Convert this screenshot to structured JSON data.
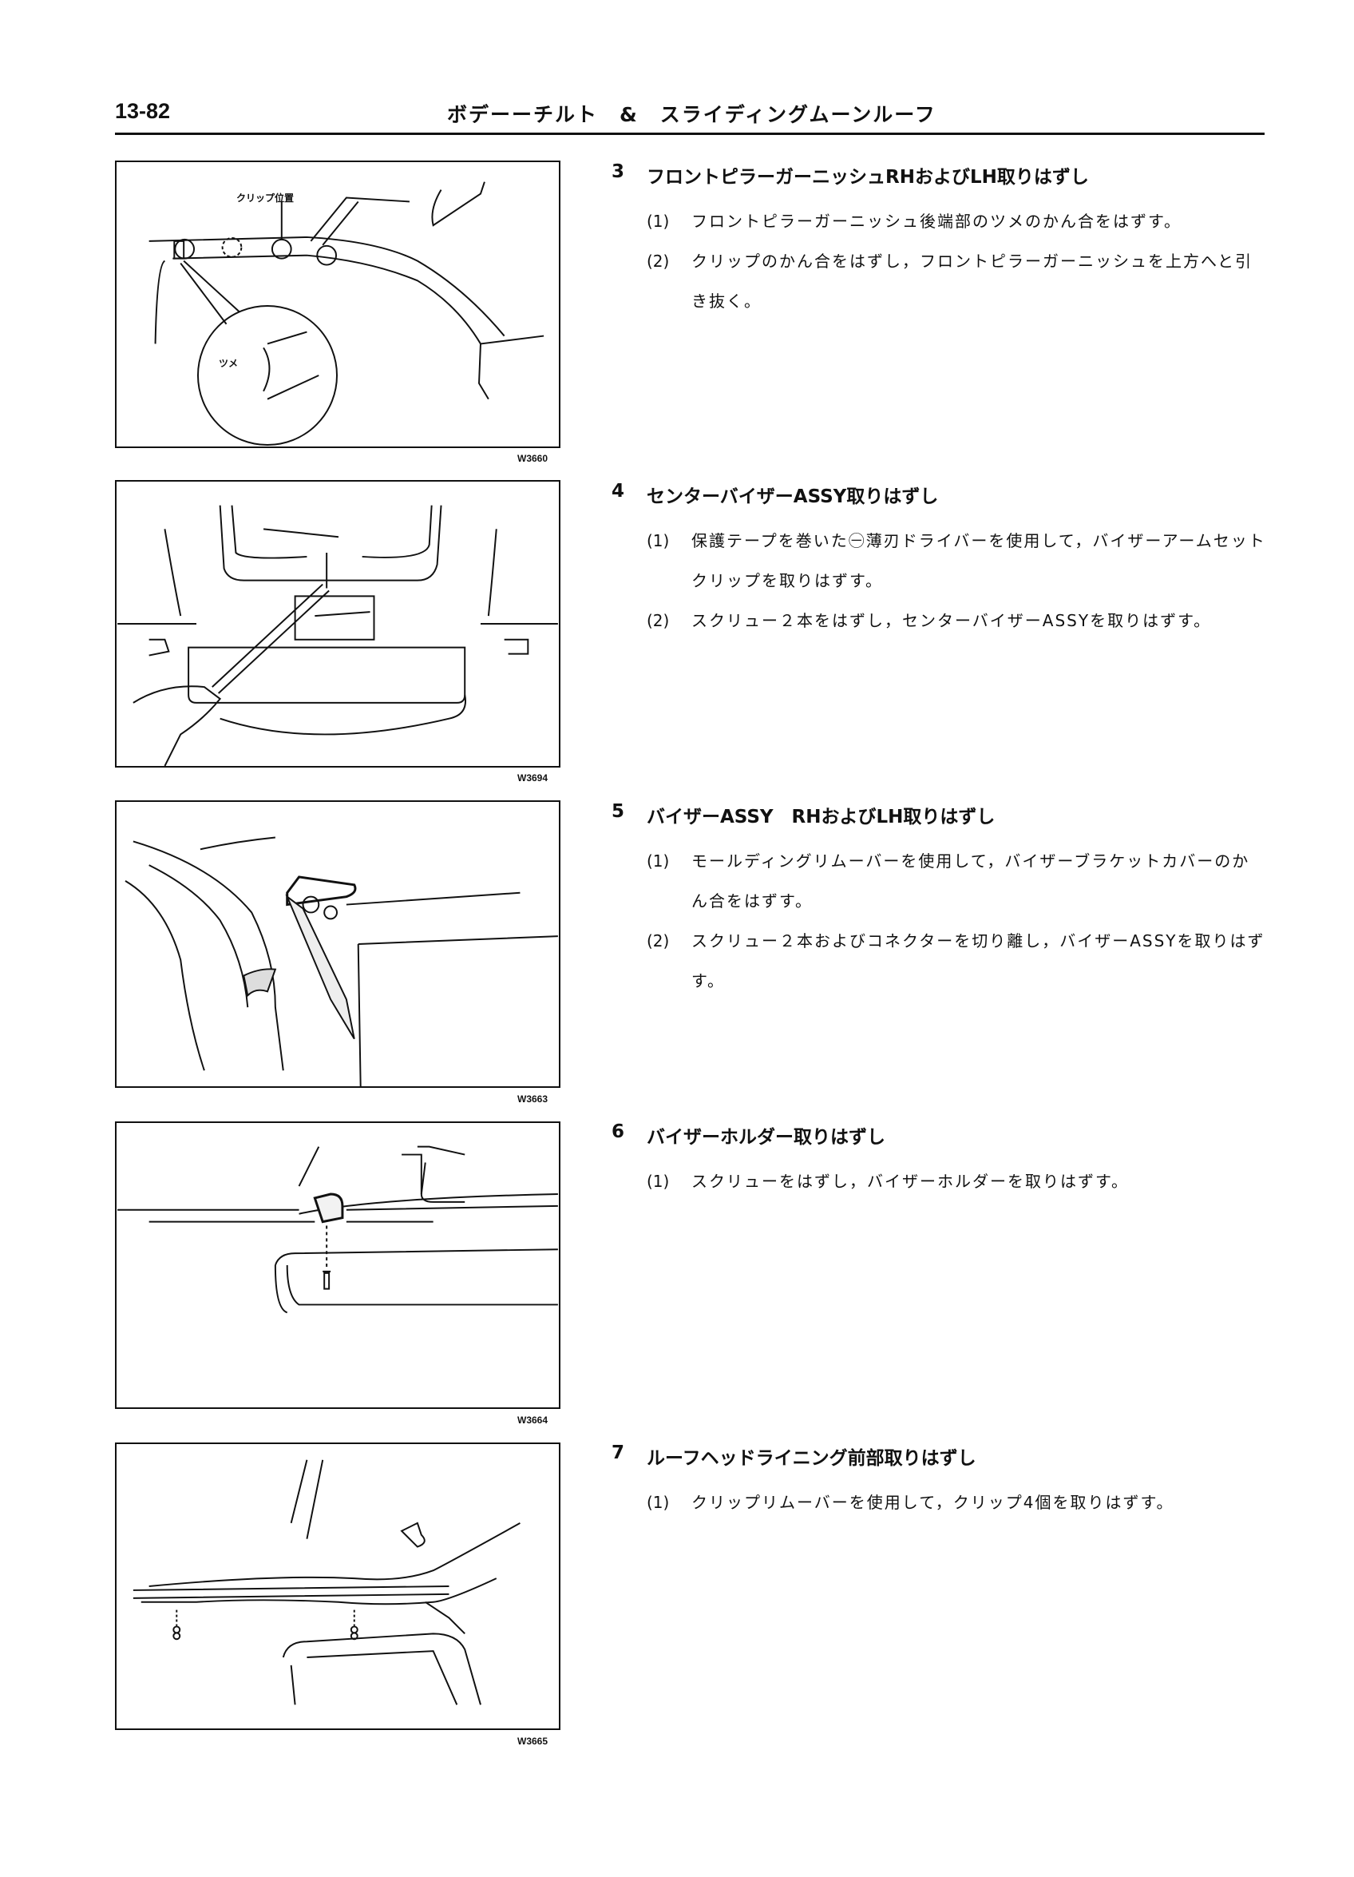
{
  "header": {
    "page_number": "13-82",
    "title": "ボデーーチルト　&　スライディングムーンルーフ"
  },
  "sections": [
    {
      "number": "3",
      "heading": "フロントピラーガーニッシュRHおよびLH取りはずし",
      "figure_code": "W3660",
      "figure_labels": [
        "クリップ位置",
        "ツメ"
      ],
      "items": [
        {
          "n": "(1)",
          "text": "フロントピラーガーニッシュ後端部のツメのかん合をはずす。"
        },
        {
          "n": "(2)",
          "text": "クリップのかん合をはずし，フロントピラーガーニッシュを上方へと引き抜く。"
        }
      ]
    },
    {
      "number": "4",
      "heading": "センターバイザーASSY取りはずし",
      "figure_code": "W3694",
      "items": [
        {
          "n": "(1)",
          "text": "保護テープを巻いた㊀薄刃ドライバーを使用して，バイザーアームセットクリップを取りはずす。"
        },
        {
          "n": "(2)",
          "text": "スクリュー２本をはずし，センターバイザーASSYを取りはずす。"
        }
      ]
    },
    {
      "number": "5",
      "heading": "バイザーASSY　RHおよびLH取りはずし",
      "figure_code": "W3663",
      "items": [
        {
          "n": "(1)",
          "text": "モールディングリムーバーを使用して，バイザーブラケットカバーのかん合をはずす。"
        },
        {
          "n": "(2)",
          "text": "スクリュー２本およびコネクターを切り離し，バイザーASSYを取りはずす。"
        }
      ]
    },
    {
      "number": "6",
      "heading": "バイザーホルダー取りはずし",
      "figure_code": "W3664",
      "items": [
        {
          "n": "(1)",
          "text": "スクリューをはずし，バイザーホルダーを取りはずす。"
        }
      ]
    },
    {
      "number": "7",
      "heading": "ルーフヘッドライニング前部取りはずし",
      "figure_code": "W3665",
      "items": [
        {
          "n": "(1)",
          "text": "クリップリムーバーを使用して，クリップ4個を取りはずす。"
        }
      ]
    }
  ]
}
